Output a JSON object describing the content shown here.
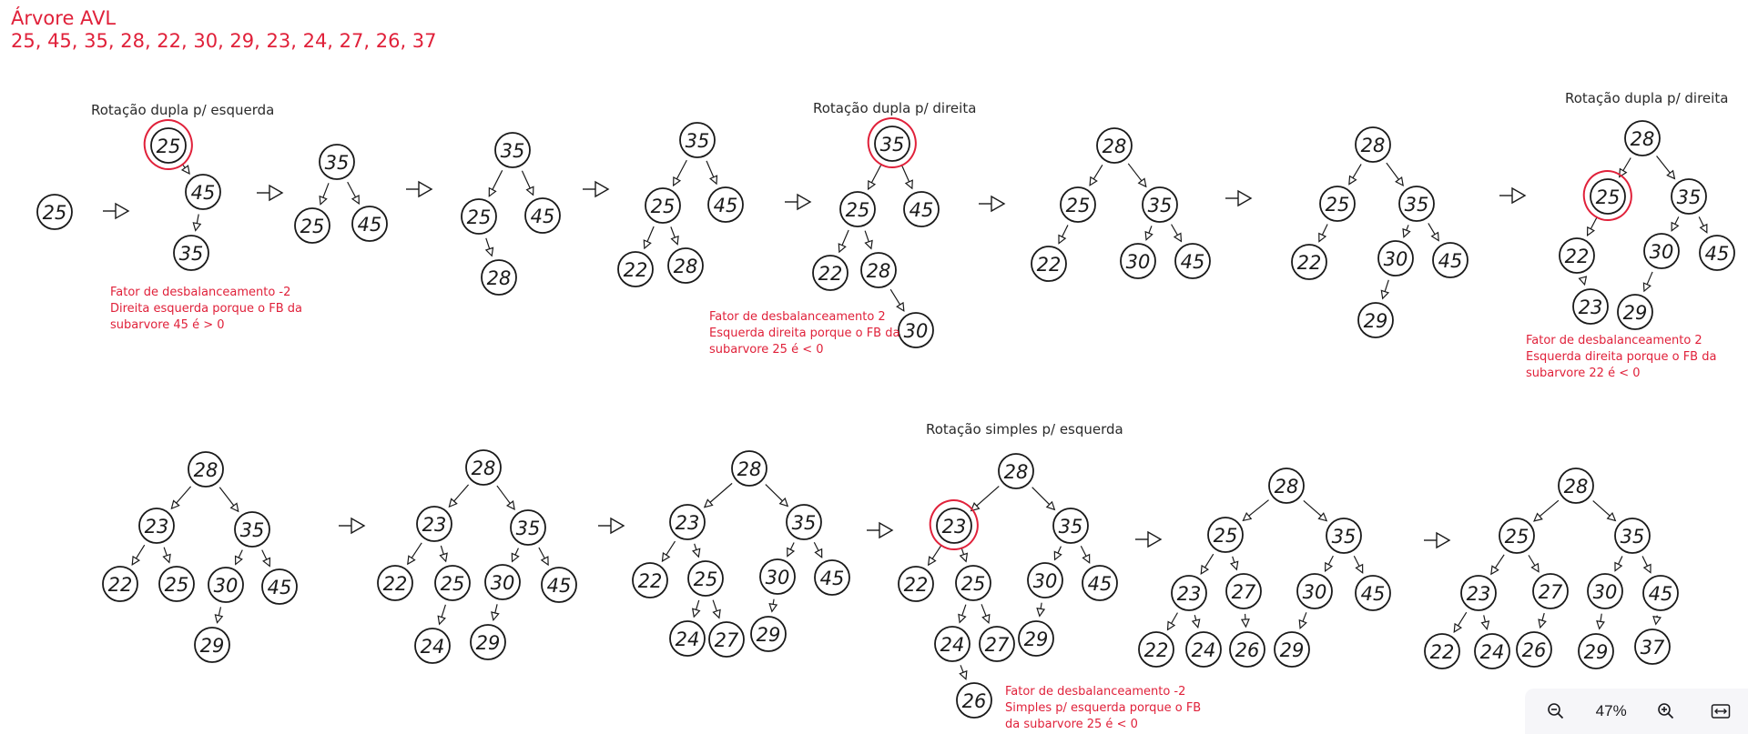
{
  "title": "Árvore AVL",
  "sequence": "25, 45, 35, 28, 22, 30, 29, 23, 24, 27, 26, 37",
  "annotations": [
    {
      "id": "a1",
      "lines": [
        "Fator de desbalanceamento -2",
        "Direita esquerda porque o FB da",
        "subarvore 45 é > 0"
      ]
    },
    {
      "id": "a2",
      "lines": [
        "Fator de desbalanceamento 2",
        "Esquerda direita porque o FB da",
        "subarvore 25 é < 0"
      ]
    },
    {
      "id": "a3",
      "lines": [
        "Fator de desbalanceamento 2",
        "Esquerda direita porque o FB da",
        "subarvore 22 é < 0"
      ]
    },
    {
      "id": "a4",
      "lines": [
        "Fator de desbalanceamento -2",
        "Simples p/ esquerda porque o FB",
        "da subarvore 25 é < 0"
      ]
    }
  ],
  "labels": [
    {
      "id": "l1",
      "text": "Rotação dupla p/ esquerda"
    },
    {
      "id": "l2",
      "text": "Rotação dupla p/ direita"
    },
    {
      "id": "l3",
      "text": "Rotação dupla p/ direita"
    },
    {
      "id": "l4",
      "text": "Rotação simples p/ esquerda"
    }
  ],
  "trees": [
    {
      "id": "t1",
      "nodes": [
        "25"
      ]
    },
    {
      "id": "t2",
      "nodes": [
        "25",
        "45",
        "35"
      ],
      "highlight": [
        "25"
      ]
    },
    {
      "id": "t3",
      "nodes": [
        "35",
        "25",
        "45"
      ]
    },
    {
      "id": "t4",
      "nodes": [
        "35",
        "25",
        "45",
        "28"
      ]
    },
    {
      "id": "t5",
      "nodes": [
        "35",
        "25",
        "45",
        "22",
        "28"
      ]
    },
    {
      "id": "t6",
      "nodes": [
        "35",
        "25",
        "45",
        "22",
        "28",
        "30"
      ],
      "highlight": [
        "35"
      ]
    },
    {
      "id": "t7",
      "nodes": [
        "28",
        "25",
        "35",
        "22",
        "30",
        "45"
      ]
    },
    {
      "id": "t8",
      "nodes": [
        "28",
        "25",
        "35",
        "22",
        "30",
        "45",
        "29"
      ]
    },
    {
      "id": "t9",
      "nodes": [
        "28",
        "25",
        "35",
        "22",
        "30",
        "45",
        "23",
        "29"
      ],
      "highlight": [
        "25"
      ]
    },
    {
      "id": "t10",
      "nodes": [
        "28",
        "23",
        "35",
        "22",
        "25",
        "30",
        "45",
        "29"
      ]
    },
    {
      "id": "t11",
      "nodes": [
        "28",
        "23",
        "35",
        "22",
        "25",
        "30",
        "45",
        "24",
        "29"
      ]
    },
    {
      "id": "t12",
      "nodes": [
        "28",
        "23",
        "35",
        "22",
        "25",
        "30",
        "45",
        "24",
        "27",
        "29"
      ]
    },
    {
      "id": "t13",
      "nodes": [
        "28",
        "23",
        "35",
        "22",
        "25",
        "30",
        "45",
        "24",
        "27",
        "29",
        "26"
      ],
      "highlight": [
        "23"
      ]
    },
    {
      "id": "t14",
      "nodes": [
        "28",
        "25",
        "35",
        "23",
        "27",
        "30",
        "45",
        "22",
        "24",
        "26",
        "29"
      ]
    },
    {
      "id": "t15",
      "nodes": [
        "28",
        "25",
        "35",
        "23",
        "27",
        "30",
        "45",
        "22",
        "24",
        "26",
        "29",
        "37"
      ]
    }
  ],
  "zoom": {
    "level": "47%",
    "zoom_out_icon": "zoom-out-icon",
    "zoom_in_icon": "zoom-in-icon",
    "fit_icon": "fit-width-icon"
  },
  "colors": {
    "annotation": "#e0213a",
    "ink": "#1a1a1a",
    "label": "#2a2a2a",
    "toolbar_bg": "#f6f6f9"
  }
}
